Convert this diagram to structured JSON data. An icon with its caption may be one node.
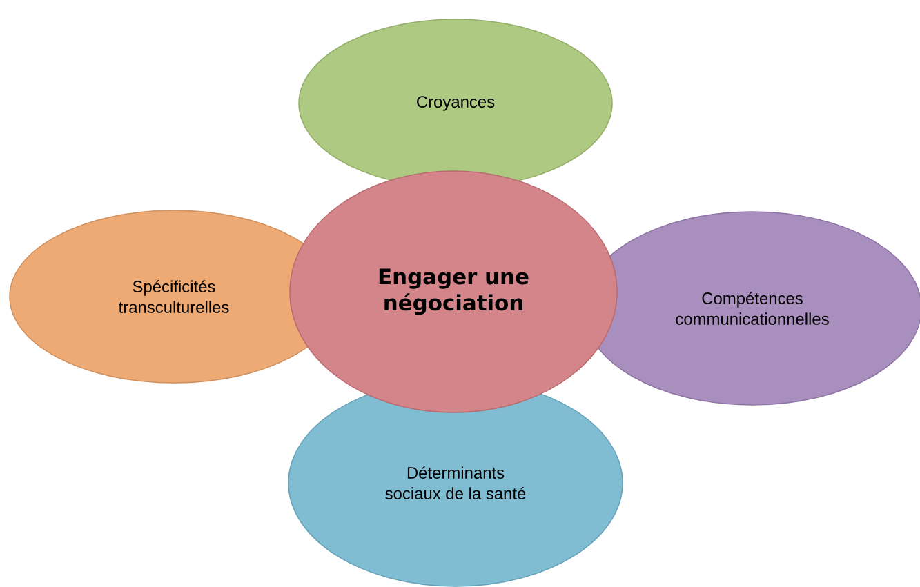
{
  "diagram": {
    "nodes": [
      {
        "text": [
          "Engager une négociation"
        ]
      },
      {
        "text": [
          "Croyances"
        ]
      },
      {
        "text": [
          "Spécificités transculturelles"
        ]
      },
      {
        "text": [
          "Compétences communicationnelles"
        ]
      },
      {
        "text": [
          "Déterminants sociaux de la santé"
        ]
      }
    ]
  }
}
